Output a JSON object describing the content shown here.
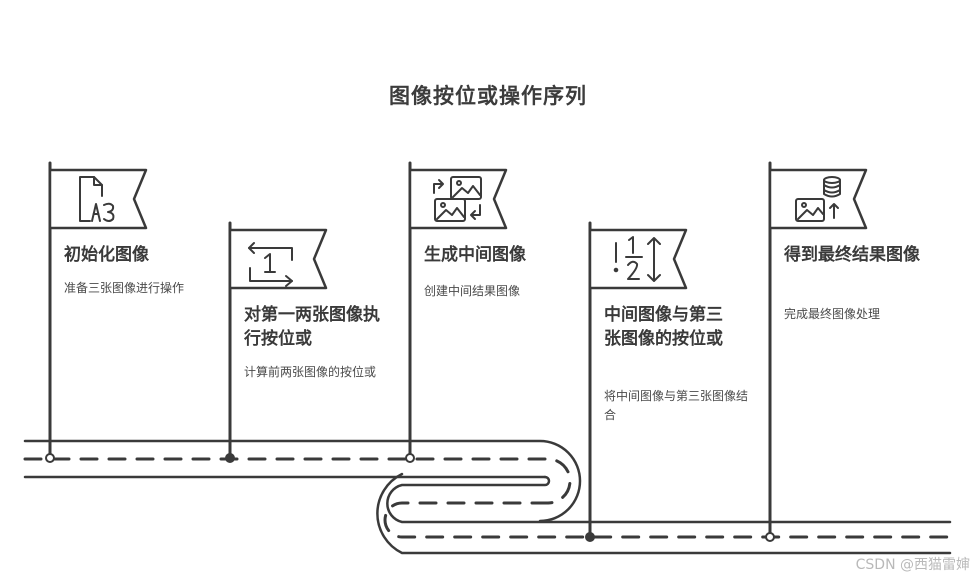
{
  "title": "图像按位或操作序列",
  "steps": [
    {
      "title": "初始化图像",
      "desc": "准备三张图像进行操作",
      "icon": "a3-document-icon"
    },
    {
      "title": "对第一两张图像执行按位或",
      "desc": "计算前两张图像的按位或",
      "icon": "repeat-one-icon"
    },
    {
      "title": "生成中间图像",
      "desc": "创建中间结果图像",
      "icon": "image-swap-icon"
    },
    {
      "title": "中间图像与第三张图像的按位或",
      "desc": "将中间图像与第三张图像结合",
      "icon": "fraction-sort-icon"
    },
    {
      "title": "得到最终结果图像",
      "desc": "完成最终图像处理",
      "icon": "image-database-icon"
    }
  ],
  "watermark": "CSDN @西猫雷婶"
}
